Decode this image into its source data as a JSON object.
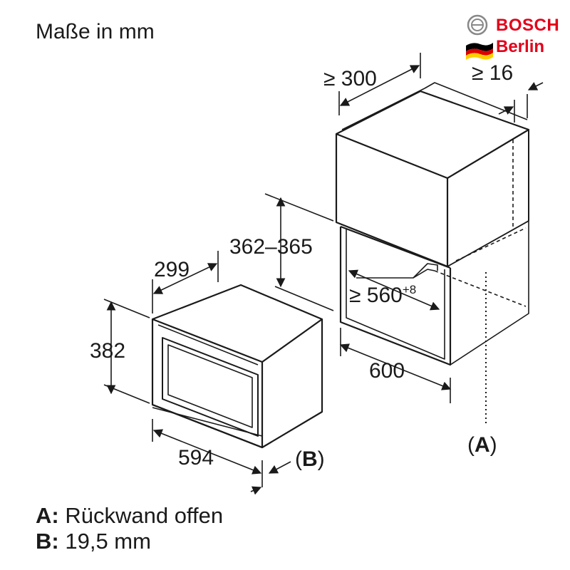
{
  "title": "Maße in mm",
  "logo": {
    "brand": "BOSCH",
    "city": "Berlin",
    "colors": {
      "brand": "#e2001a",
      "flag_black": "#000000",
      "flag_red": "#dd0000",
      "flag_gold": "#ffce00"
    },
    "icons": [
      "bosch-armature-icon",
      "germany-flag-icon"
    ]
  },
  "dimensions": {
    "depth_top": "≥ 300",
    "gap_top": "≥ 16",
    "niche_height": "362–365",
    "niche_width_base": "≥ 560",
    "niche_width_sup": "+8",
    "cabinet_width": "600",
    "appliance_depth": "299",
    "appliance_height": "382",
    "appliance_width": "594"
  },
  "markers": {
    "a": "(A)",
    "a_letter": "A",
    "b": "(B)",
    "b_letter": "B"
  },
  "legend": {
    "a_key": "A:",
    "a_text": "Rückwand offen",
    "b_key": "B:",
    "b_text": "19,5 mm"
  },
  "colors": {
    "line": "#1a1a1a",
    "background": "#ffffff"
  }
}
